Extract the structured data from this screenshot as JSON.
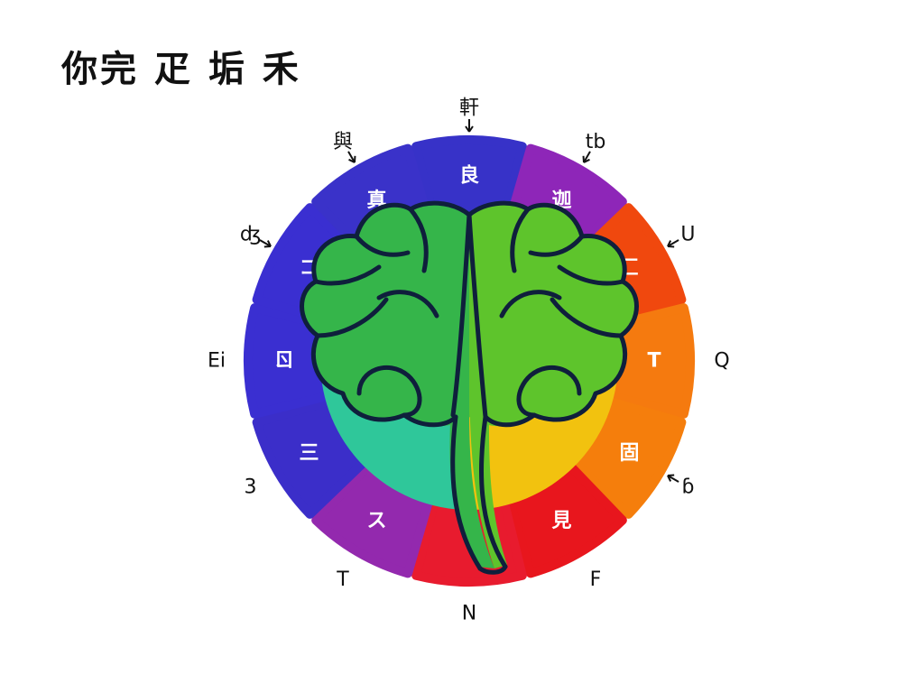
{
  "title": "你完 疋 垢 禾",
  "segments": [
    {
      "label": "良",
      "color": "#3732c8"
    },
    {
      "label": "迦",
      "color": "#8e26b8"
    },
    {
      "label": "匚",
      "color": "#f0480e"
    },
    {
      "label": "T",
      "color": "#f57a0f"
    },
    {
      "label": "固",
      "color": "#f57e0c"
    },
    {
      "label": "見",
      "color": "#e8161d"
    },
    {
      "label": "",
      "color": "#e81b2e"
    },
    {
      "label": "ス",
      "color": "#9329ae"
    },
    {
      "label": "三",
      "color": "#3b2ec9"
    },
    {
      "label": "ㄖ",
      "color": "#3a2fd1"
    },
    {
      "label": "コ",
      "color": "#3a2fd1"
    },
    {
      "label": "真",
      "color": "#3a32c9"
    }
  ],
  "outer_labels": [
    {
      "text": "軒",
      "arrow": true
    },
    {
      "text": "tb",
      "arrow": true
    },
    {
      "text": "U",
      "arrow": true
    },
    {
      "text": "Q",
      "arrow": false
    },
    {
      "text": "ɓ",
      "arrow": true
    },
    {
      "text": "F",
      "arrow": false
    },
    {
      "text": "N",
      "arrow": false
    },
    {
      "text": "T",
      "arrow": false
    },
    {
      "text": "3",
      "arrow": false
    },
    {
      "text": "Ei",
      "arrow": false
    },
    {
      "text": "ʤ",
      "arrow": true
    },
    {
      "text": "與",
      "arrow": true
    }
  ],
  "brain": {
    "left_color": "#35b54a",
    "right_color": "#5ec42c",
    "left_base_color": "#2fc79a",
    "right_base_color": "#f2c20f",
    "outline_color": "#0f1f3c"
  },
  "icons": {
    "brain": "brain-icon",
    "arrow": "arrow-icon"
  }
}
